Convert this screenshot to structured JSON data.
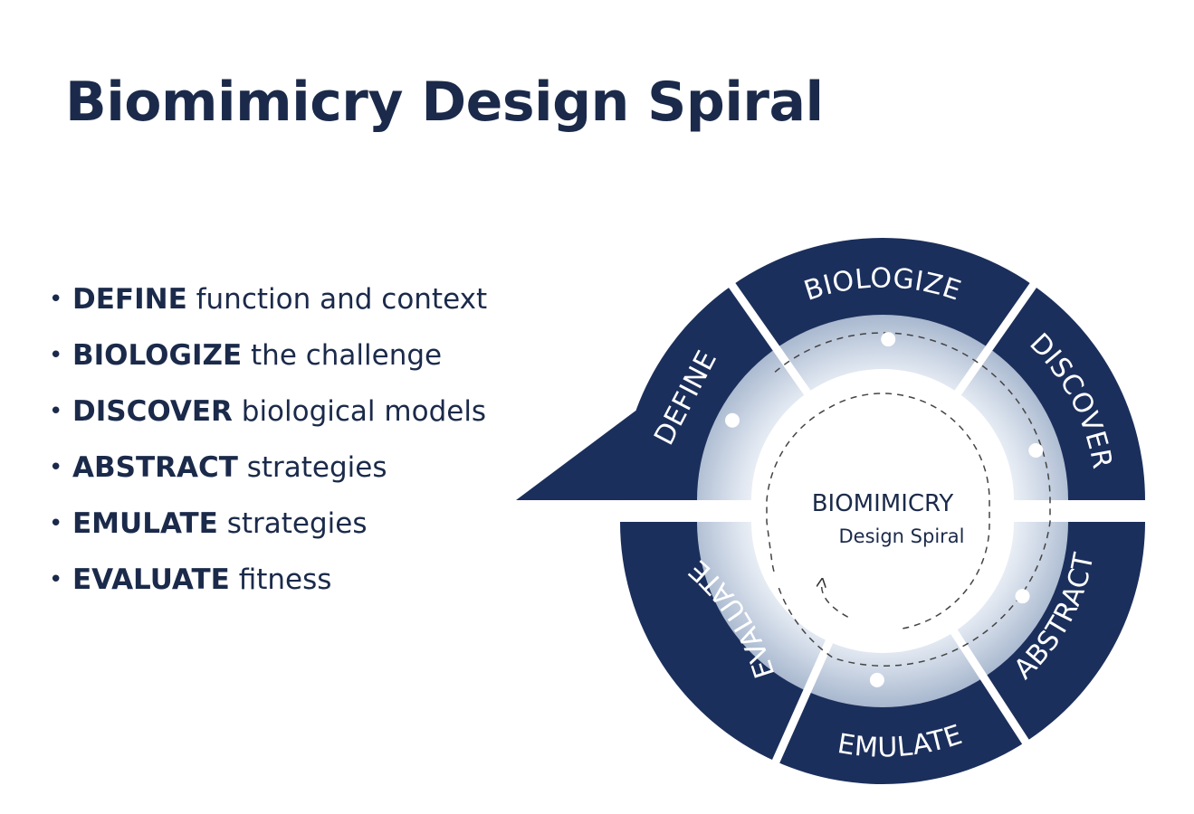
{
  "title": "Biomimicry Design Spiral",
  "steps": [
    {
      "term": "DEFINE",
      "rest": "function and context"
    },
    {
      "term": "BIOLOGIZE",
      "rest": "the challenge"
    },
    {
      "term": "DISCOVER",
      "rest": "biological models"
    },
    {
      "term": "ABSTRACT",
      "rest": "strategies"
    },
    {
      "term": "EMULATE",
      "rest": "strategies"
    },
    {
      "term": "EVALUATE",
      "rest": "fitness"
    }
  ],
  "diagram": {
    "segments": [
      "DEFINE",
      "BIOLOGIZE",
      "DISCOVER",
      "ABSTRACT",
      "EMULATE",
      "EVALUATE"
    ],
    "center_title": "BIOMIMICRY",
    "center_subtitle": "Design Spiral",
    "colors": {
      "navy": "#1b2f5c",
      "ring_light": "#dfe6f0",
      "ring_mid": "#9fb0c9",
      "text_dark": "#1b2a4a"
    }
  }
}
